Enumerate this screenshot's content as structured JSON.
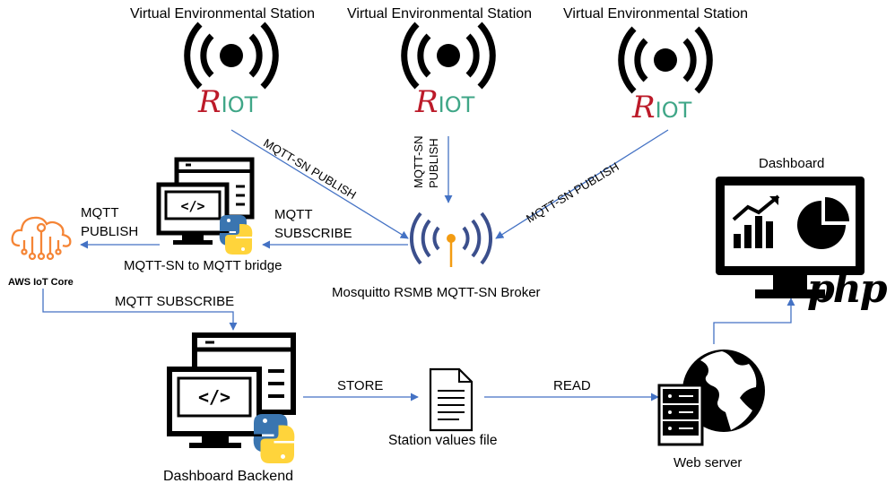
{
  "stations": [
    {
      "title": "Virtual Environmental Station",
      "logo_mark": "R",
      "logo_text": "IOT"
    },
    {
      "title": "Virtual Environmental Station",
      "logo_mark": "R",
      "logo_text": "IOT"
    },
    {
      "title": "Virtual Environmental Station",
      "logo_mark": "R",
      "logo_text": "IOT"
    }
  ],
  "edges": {
    "publish_left": "MQTT-SN PUBLISH",
    "publish_mid_1": "MQTT-SN",
    "publish_mid_2": "PUBLISH",
    "publish_right": "MQTT-SN PUBLISH",
    "subscribe_1": "MQTT",
    "subscribe_2": "SUBSCRIBE",
    "mqtt_publish_1": "MQTT",
    "mqtt_publish_2": "PUBLISH",
    "mqtt_subscribe": "MQTT SUBSCRIBE",
    "store": "STORE",
    "read": "READ"
  },
  "nodes": {
    "bridge": "MQTT-SN to MQTT bridge",
    "broker": "Mosquitto RSMB MQTT-SN Broker",
    "aws": "AWS IoT Core",
    "backend": "Dashboard Backend",
    "file": "Station values file",
    "webserver": "Web server",
    "dashboard": "Dashboard",
    "php": "php"
  },
  "colors": {
    "arrow": "#4472c4",
    "riot_red": "#bc1a29",
    "riot_green": "#3fa687",
    "broker_blue": "#3b4f8c",
    "broker_orange": "#f39c12",
    "aws_orange": "#f58536",
    "python_blue": "#3a75b0",
    "python_yellow": "#ffd43b"
  },
  "icons": [
    "radio-signal-icon",
    "riot-logo",
    "computer-code-icon",
    "python-icon",
    "broker-antenna-icon",
    "aws-iot-core-icon",
    "document-icon",
    "web-server-globe-icon",
    "dashboard-monitor-icon",
    "php-logo"
  ]
}
